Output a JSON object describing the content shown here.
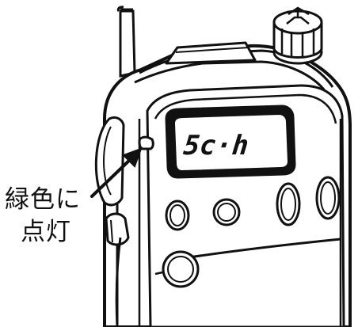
{
  "display": {
    "channel_readout": "5c·h"
  },
  "callout": {
    "line1": "緑色に",
    "line2": "点灯"
  },
  "colors": {
    "ink": "#111111",
    "paper": "#ffffff",
    "lcd_bg": "#ffffff"
  },
  "icons": {
    "indicator_led": "led-indicator-icon",
    "pointer_arrow": "arrow-icon"
  }
}
